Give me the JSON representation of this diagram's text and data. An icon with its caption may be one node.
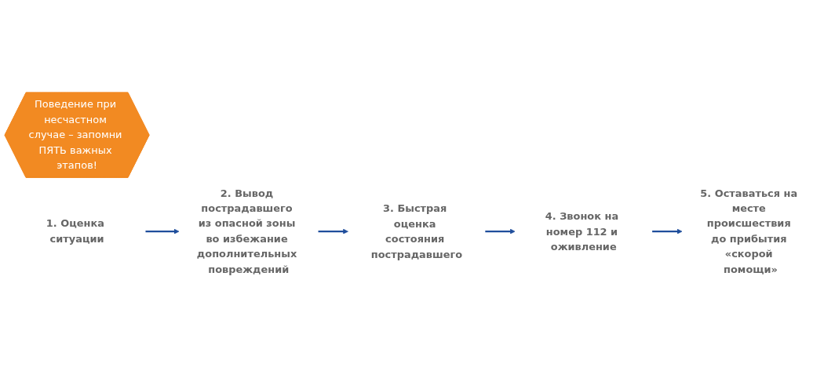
{
  "diagram": {
    "nodes": [
      {
        "text": [
          "Поведение при несчастном случае – запомни ПЯТЬ важных этапов!"
        ]
      },
      {
        "text": [
          "1. Оценка ситуации"
        ]
      },
      {
        "text": [
          "2. Вывод пострадавшего из опасной зоны во избежание дополнительных повреждений"
        ]
      },
      {
        "text": [
          "3. Быстрая оценка состояния пострадавшего"
        ]
      },
      {
        "text": [
          "4. Звонок на номер 112 и оживление"
        ]
      },
      {
        "text": [
          "5. Оставаться на месте происшествия до прибытия «скорой помощи»"
        ]
      }
    ],
    "edges": [
      {
        "from": 1,
        "to": 2,
        "arrow": "to"
      },
      {
        "from": 2,
        "to": 3,
        "arrow": "to"
      },
      {
        "from": 3,
        "to": 4,
        "arrow": "to"
      },
      {
        "from": 4,
        "to": 5,
        "arrow": "to"
      }
    ]
  }
}
